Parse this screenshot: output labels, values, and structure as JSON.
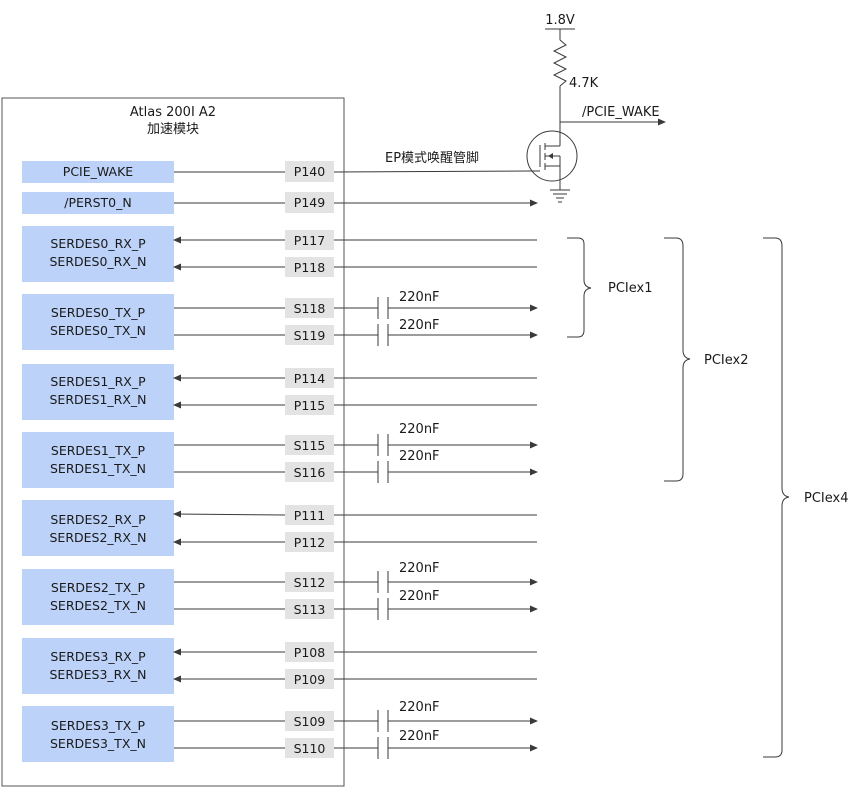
{
  "module": {
    "title": "Atlas 200I A2",
    "subtitle": "加速模块"
  },
  "signals": {
    "pcie_wake": "PCIE_WAKE",
    "perst": "/PERST0_N",
    "serdes0_rx_p": "SERDES0_RX_P",
    "serdes0_rx_n": "SERDES0_RX_N",
    "serdes0_tx_p": "SERDES0_TX_P",
    "serdes0_tx_n": "SERDES0_TX_N",
    "serdes1_rx_p": "SERDES1_RX_P",
    "serdes1_rx_n": "SERDES1_RX_N",
    "serdes1_tx_p": "SERDES1_TX_P",
    "serdes1_tx_n": "SERDES1_TX_N",
    "serdes2_rx_p": "SERDES2_RX_P",
    "serdes2_rx_n": "SERDES2_RX_N",
    "serdes2_tx_p": "SERDES2_TX_P",
    "serdes2_tx_n": "SERDES2_TX_N",
    "serdes3_rx_p": "SERDES3_RX_P",
    "serdes3_rx_n": "SERDES3_RX_N",
    "serdes3_tx_p": "SERDES3_TX_P",
    "serdes3_tx_n": "SERDES3_TX_N"
  },
  "pins": {
    "wake": "P140",
    "perst": "P149",
    "s0rxp": "P117",
    "s0rxn": "P118",
    "s0txp": "S118",
    "s0txn": "S119",
    "s1rxp": "P114",
    "s1rxn": "P115",
    "s1txp": "S115",
    "s1txn": "S116",
    "s2rxp": "P111",
    "s2rxn": "P112",
    "s2txp": "S112",
    "s2txn": "S113",
    "s3rxp": "P108",
    "s3rxn": "P109",
    "s3txp": "S109",
    "s3txn": "S110"
  },
  "capacitor": {
    "value": "220nF"
  },
  "wake_circuit": {
    "vcc": "1.8V",
    "pullup": "4.7K",
    "net": "/PCIE_WAKE",
    "note": "EP模式唤醒管脚"
  },
  "groups": {
    "x1": "PCIex1",
    "x2": "PCIex2",
    "x4": "PCIex4"
  }
}
